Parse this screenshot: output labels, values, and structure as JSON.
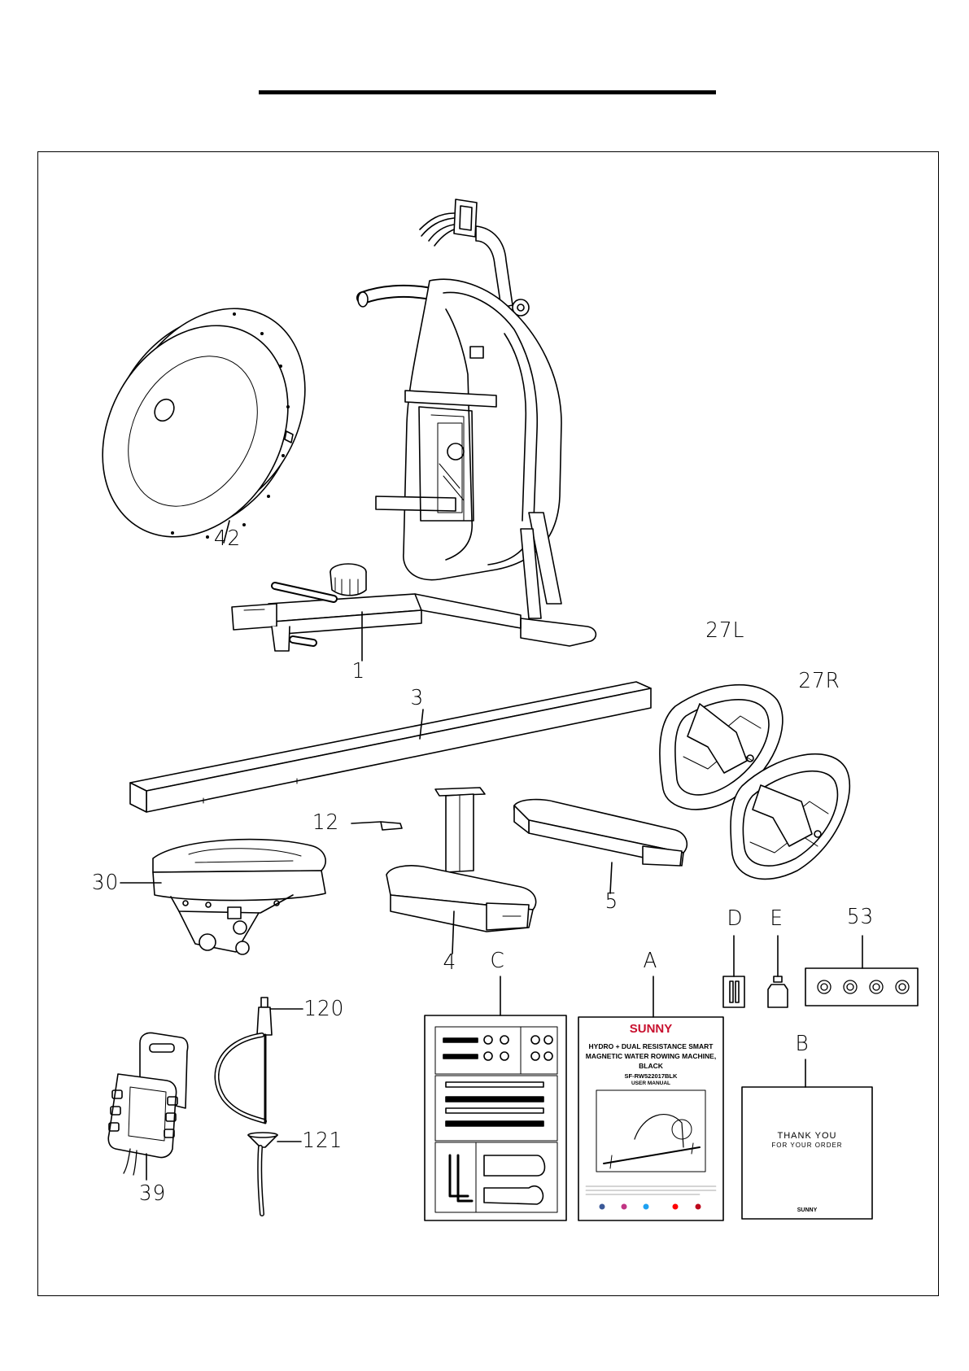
{
  "labels": {
    "p42": "42",
    "p1": "1",
    "p3": "3",
    "p27L": "27L",
    "p27R": "27R",
    "p12": "12",
    "p30": "30",
    "p4": "4",
    "p5": "5",
    "pD": "D",
    "pE": "E",
    "p53": "53",
    "pC": "C",
    "pA": "A",
    "pB": "B",
    "p120": "120",
    "p121": "121",
    "p39": "39"
  },
  "manual": {
    "brand": "SUNNY",
    "title_line1": "HYDRO + DUAL RESISTANCE SMART",
    "title_line2": "MAGNETIC WATER ROWING MACHINE,",
    "title_line3": "BLACK",
    "model": "SF-RW522017BLK",
    "subtitle": "USER MANUAL"
  },
  "thank_you_card": {
    "line1": "THANK YOU",
    "line2": "FOR YOUR ORDER",
    "brand": "SUNNY"
  }
}
